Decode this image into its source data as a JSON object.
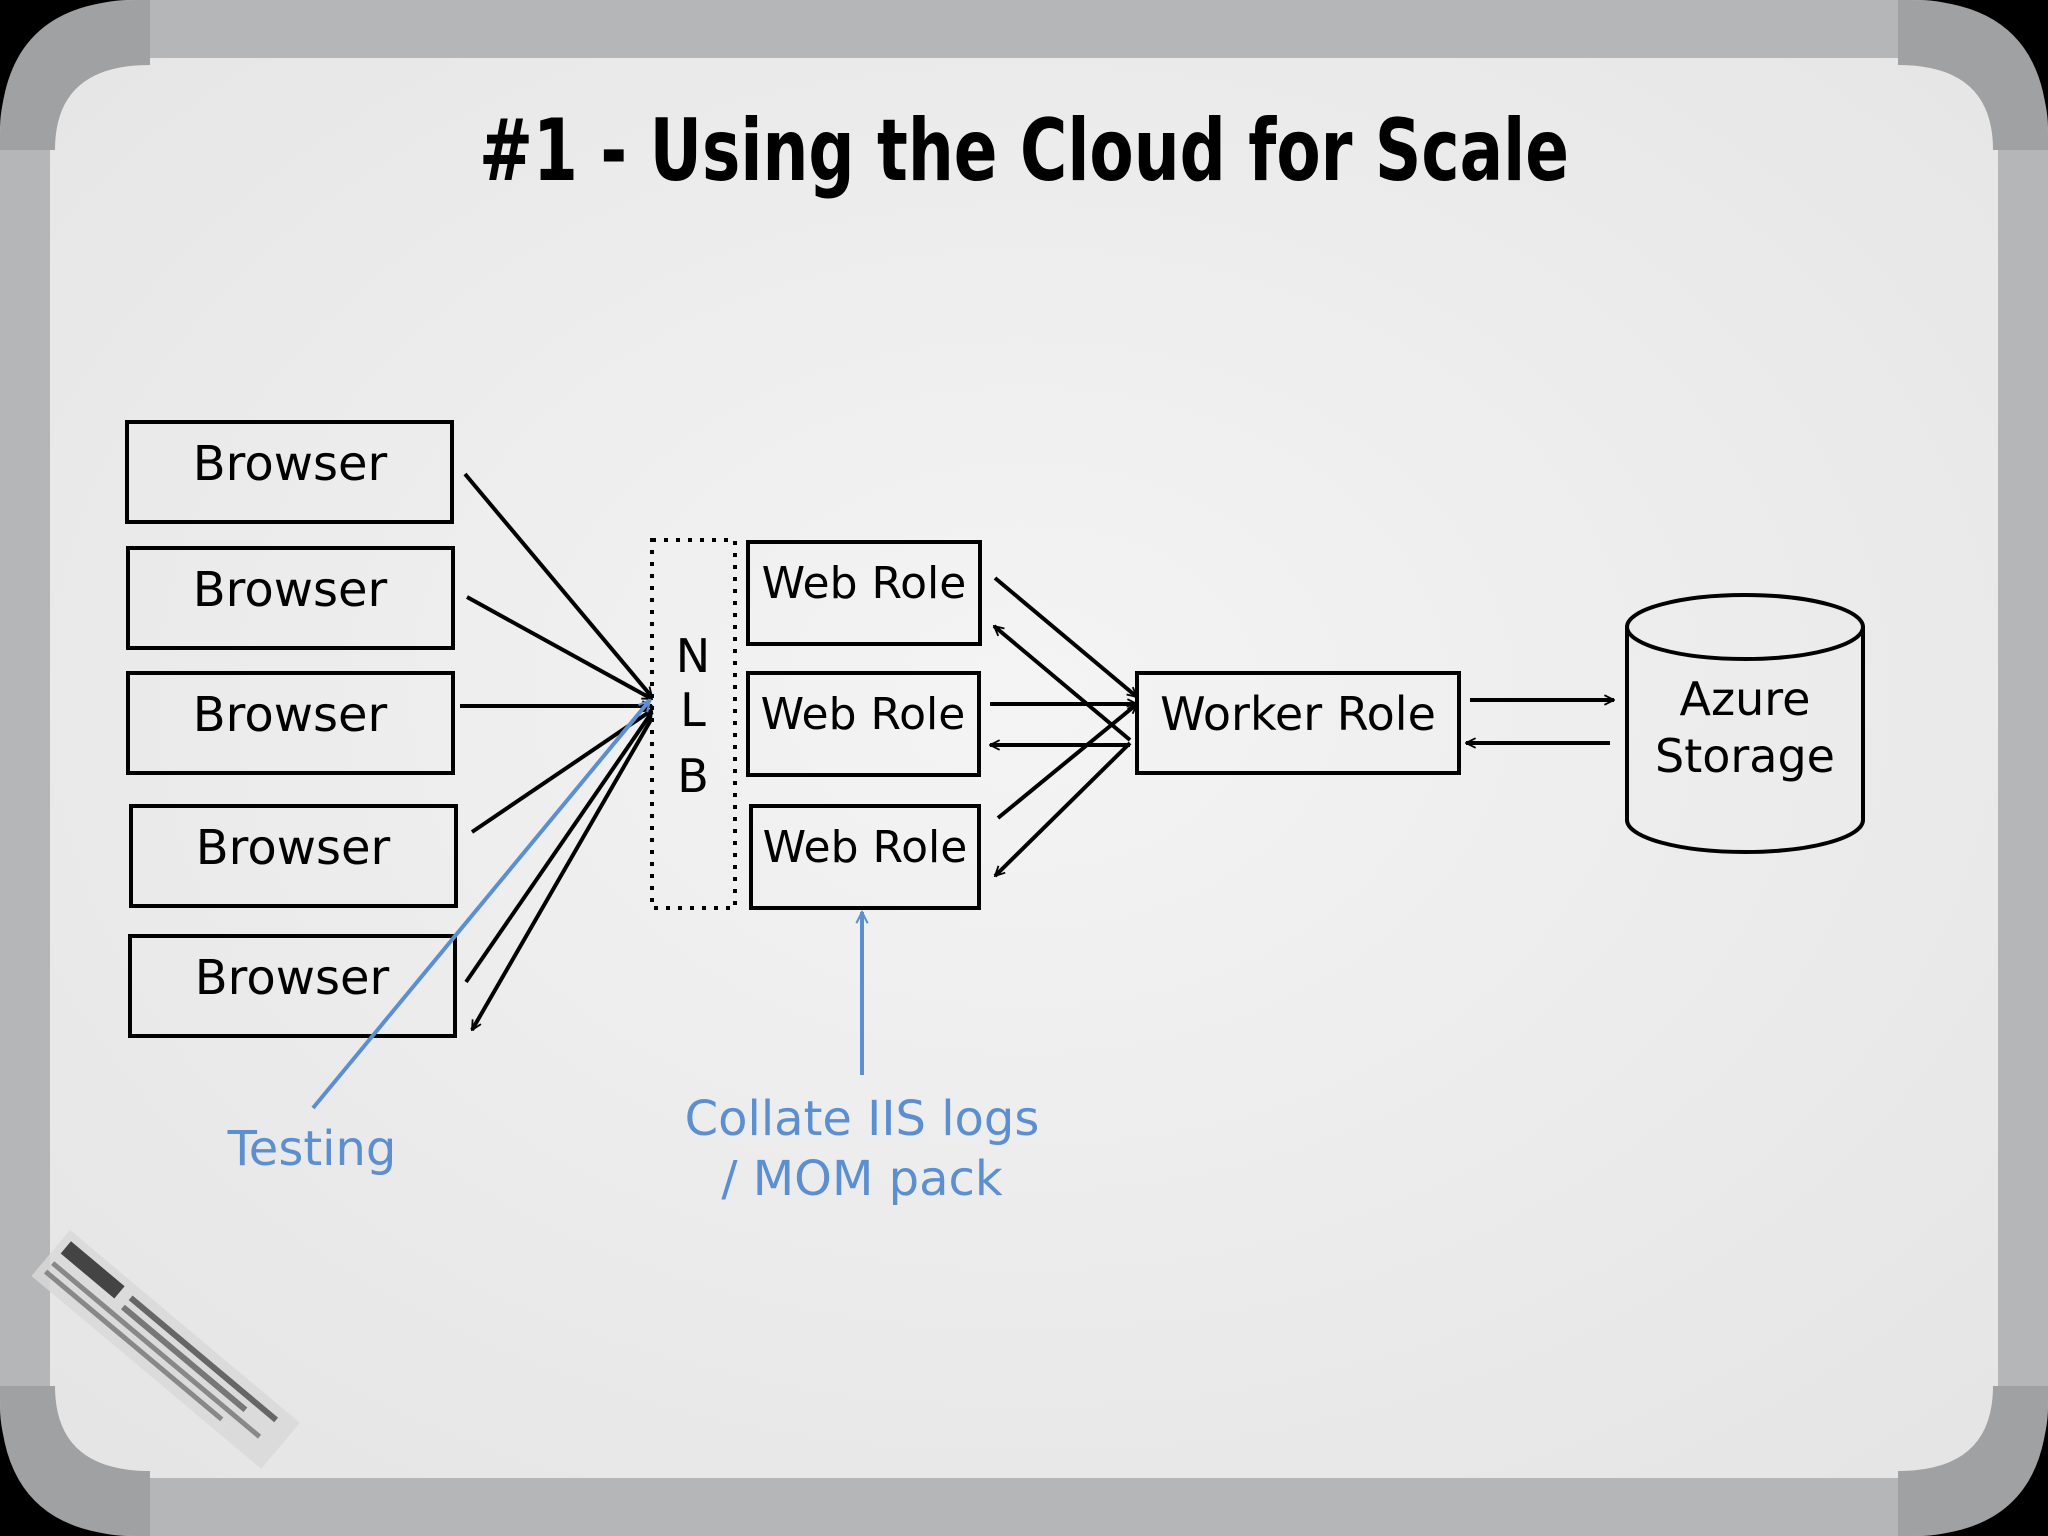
{
  "title": "#1  - Using the Cloud for Scale",
  "browsers": [
    "Browser",
    "Browser",
    "Browser",
    "Browser",
    "Browser"
  ],
  "nlb_letters": [
    "N",
    "L",
    "B"
  ],
  "web_roles": [
    "Web Role",
    "Web Role",
    "Web Role"
  ],
  "worker_role": "Worker Role",
  "storage_lines": [
    "Azure",
    "Storage"
  ],
  "annotations": {
    "testing": "Testing",
    "collate_lines": [
      "Collate IIS logs",
      "/ MOM pack"
    ]
  },
  "colors": {
    "ink": "#000000",
    "annotation": "#5b8fd0",
    "board": "#ececec",
    "frame": "#b4b6b8"
  }
}
